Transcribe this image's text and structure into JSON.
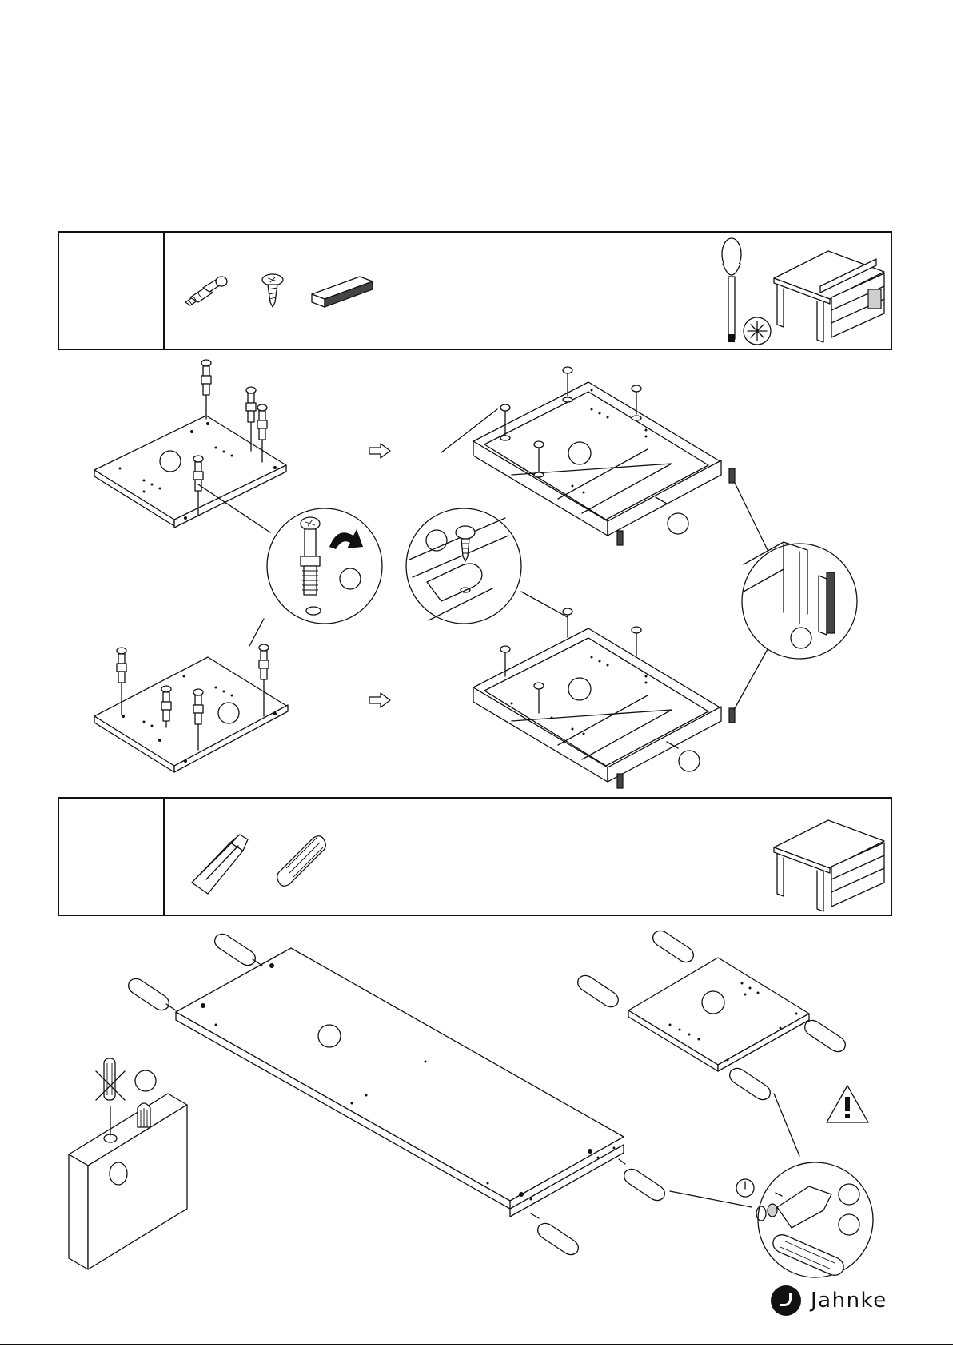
{
  "document": {
    "steps": [
      {
        "id": "step-1",
        "parts": [
          "cam-bolt-icon",
          "screw-icon",
          "end-cap-icon"
        ],
        "tools": [
          "screwdriver-icon",
          "phillips-icon",
          "desk-preview-icon"
        ]
      },
      {
        "id": "step-2",
        "parts": [
          "glue-bottle-icon",
          "wooden-dowel-icon"
        ],
        "tools": [
          "desk-preview-icon"
        ]
      }
    ],
    "icons": [
      "right-arrow-icon",
      "rotate-arrow-icon",
      "warning-icon",
      "timer-icon",
      "no-screwdriver-icon"
    ],
    "colors": {
      "ink": "#111111",
      "paper": "#ffffff"
    }
  },
  "brand": {
    "name": "Jahnke"
  }
}
